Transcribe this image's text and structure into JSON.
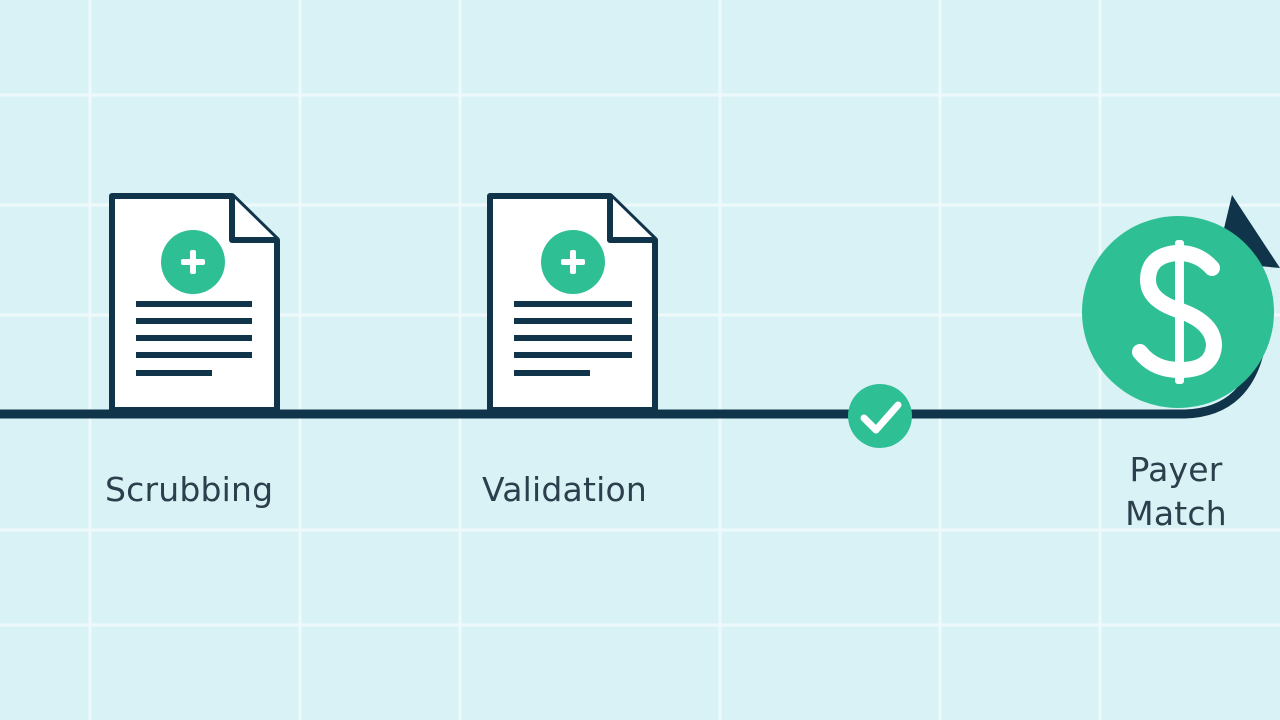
{
  "steps": [
    {
      "label": "Scrubbing",
      "icon": "medical-document-icon"
    },
    {
      "label": "Validation",
      "icon": "medical-document-icon"
    },
    {
      "label": "",
      "icon": "checkmark-circle-icon"
    },
    {
      "label_line1": "Payer",
      "label_line2": "Match",
      "icon": "dollar-circle-icon"
    }
  ],
  "colors": {
    "background": "#d9f2f6",
    "grid": "#eef9fb",
    "line": "#10344a",
    "accent": "#2fbf95",
    "paper": "#ffffff"
  }
}
